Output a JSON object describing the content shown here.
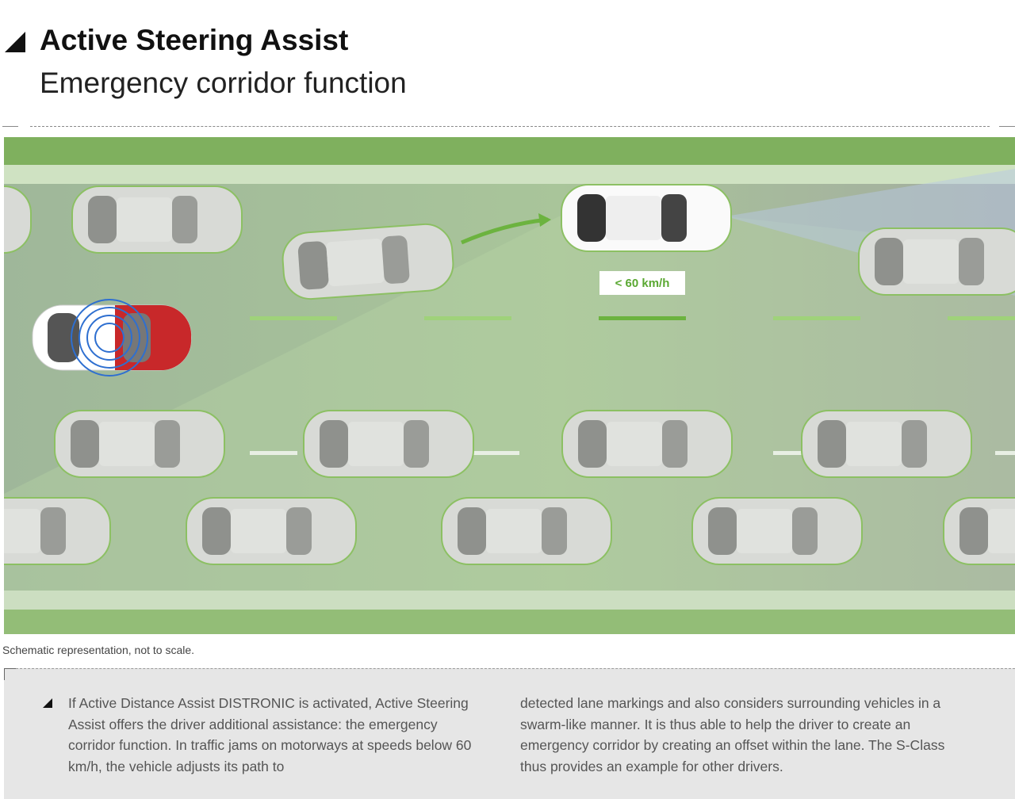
{
  "header": {
    "title": "Active Steering Assist",
    "subtitle": "Emergency corridor function"
  },
  "illustration": {
    "speed_label": "< 60 km/h",
    "caption": "Schematic representation, not to scale."
  },
  "body_text": {
    "column_1": "If Active Distance Assist DISTRONIC is activated, Active Steering Assist offers the driver additional assistance: the emergency corridor function. In traffic jams on motorways at speeds below 60 km/h, the vehicle adjusts its path to",
    "column_2": "detected lane markings and also considers surrounding vehicles in a swarm-like manner. It is thus able to help the driver to create an emergency corridor by creating an offset within the lane. The S-Class thus provides an example for other drivers."
  },
  "colors": {
    "green": "#6cb33f",
    "road": "#a9b4a3",
    "ego_car": "#c8282a",
    "sensor": "#2e6fd0"
  }
}
